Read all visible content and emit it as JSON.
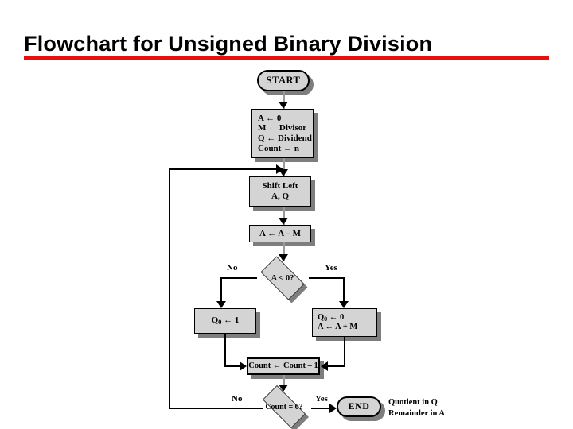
{
  "slide": {
    "title": "Flowchart for Unsigned Binary Division",
    "accent_color": "#e8100c",
    "node_fill": "#d4d4d4",
    "shadow_color": "#7e7e7e",
    "background": "#ffffff"
  },
  "flowchart": {
    "type": "flowchart",
    "nodes": {
      "start": {
        "shape": "terminal",
        "label": "START"
      },
      "init": {
        "shape": "process",
        "lines": [
          "A ← 0",
          "M ← Divisor",
          "Q ← Dividend",
          "Count ← n"
        ]
      },
      "shift": {
        "shape": "process",
        "lines": [
          "Shift Left",
          "A, Q"
        ]
      },
      "subtract": {
        "shape": "process",
        "lines": [
          "A ← A – M"
        ]
      },
      "test_negative": {
        "shape": "decision",
        "label": "A < 0?"
      },
      "set_q0_one": {
        "shape": "process",
        "lines": [
          "Q0 ← 1"
        ],
        "sub_index": "0"
      },
      "restore": {
        "shape": "process",
        "lines": [
          "Q0 ← 0",
          "A ← A + M"
        ],
        "sub_index": "0"
      },
      "decrement": {
        "shape": "process",
        "lines": [
          "Count ← Count – 1"
        ]
      },
      "test_count": {
        "shape": "decision",
        "label": "Count = 0?"
      },
      "end": {
        "shape": "terminal",
        "label": "END"
      }
    },
    "branch_labels": {
      "negative_no": "No",
      "negative_yes": "Yes",
      "count_no": "No",
      "count_yes": "Yes"
    },
    "annotation": {
      "line1": "Quotient in Q",
      "line2": "Remainder in A"
    },
    "edges": [
      {
        "from": "start",
        "to": "init",
        "label": ""
      },
      {
        "from": "init",
        "to": "shift",
        "label": ""
      },
      {
        "from": "shift",
        "to": "subtract",
        "label": ""
      },
      {
        "from": "subtract",
        "to": "test_negative",
        "label": ""
      },
      {
        "from": "test_negative",
        "to": "set_q0_one",
        "label": "No"
      },
      {
        "from": "test_negative",
        "to": "restore",
        "label": "Yes"
      },
      {
        "from": "set_q0_one",
        "to": "decrement",
        "label": ""
      },
      {
        "from": "restore",
        "to": "decrement",
        "label": ""
      },
      {
        "from": "decrement",
        "to": "test_count",
        "label": ""
      },
      {
        "from": "test_count",
        "to": "shift",
        "label": "No"
      },
      {
        "from": "test_count",
        "to": "end",
        "label": "Yes"
      }
    ]
  }
}
